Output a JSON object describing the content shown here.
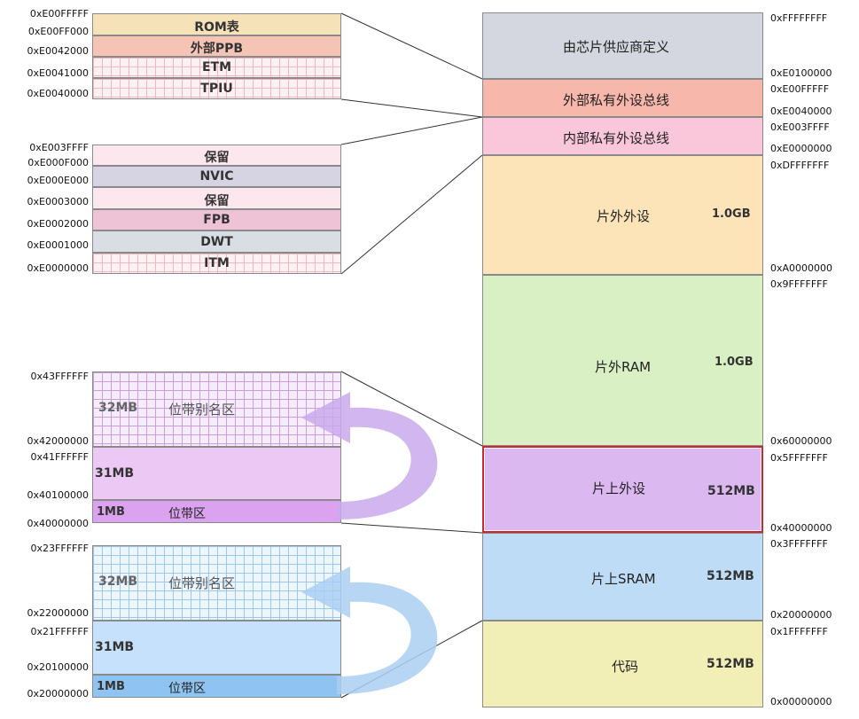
{
  "main_map": {
    "regions": [
      {
        "label": "由芯片供应商定义",
        "size": ""
      },
      {
        "label": "外部私有外设总线",
        "size": ""
      },
      {
        "label": "内部私有外设总线",
        "size": ""
      },
      {
        "label": "片外外设",
        "size": "1.0GB"
      },
      {
        "label": "片外RAM",
        "size": "1.0GB"
      },
      {
        "label": "片上外设",
        "size": "512MB"
      },
      {
        "label": "片上SRAM",
        "size": "512MB"
      },
      {
        "label": "代码",
        "size": "512MB"
      }
    ],
    "addresses": [
      "0xFFFFFFFF",
      "0xE0100000",
      "0xE00FFFFF",
      "0xE0040000",
      "0xE003FFFF",
      "0xE0000000",
      "0xDFFFFFFF",
      "0xA0000000",
      "0x9FFFFFFF",
      "0x60000000",
      "0x5FFFFFFF",
      "0x40000000",
      "0x3FFFFFFF",
      "0x20000000",
      "0x1FFFFFFF",
      "0x00000000"
    ]
  },
  "external_ppb": {
    "blocks": [
      "ROM表",
      "外部PPB",
      "ETM",
      "TPIU"
    ],
    "addresses": [
      "0xE00FFFFF",
      "0xE00FF000",
      "0xE0042000",
      "0xE0041000",
      "0xE0040000"
    ]
  },
  "internal_ppb": {
    "blocks": [
      "保留",
      "NVIC",
      "保留",
      "FPB",
      "DWT",
      "ITM"
    ],
    "addresses": [
      "0xE003FFFF",
      "0xE000F000",
      "0xE000E000",
      "0xE0003000",
      "0xE0002000",
      "0xE0001000",
      "0xE0000000"
    ]
  },
  "peripheral_bitband": {
    "alias_size": "32MB",
    "alias_label": "位带别名区",
    "mid_size": "31MB",
    "band_size": "1MB",
    "band_label": "位带区",
    "addresses": [
      "0x43FFFFFF",
      "0x42000000",
      "0x41FFFFFF",
      "0x40100000",
      "0x40000000"
    ]
  },
  "sram_bitband": {
    "alias_size": "32MB",
    "alias_label": "位带别名区",
    "mid_size": "31MB",
    "band_size": "1MB",
    "band_label": "位带区",
    "addresses": [
      "0x23FFFFFF",
      "0x22000000",
      "0x21FFFFFF",
      "0x20100000",
      "0x20000000"
    ]
  },
  "colors": {
    "vendor": "#d4d6e0",
    "ext_ppb": "#f8b7ab",
    "int_ppb": "#f9c7d9",
    "ext_periph": "#fce3b8",
    "ext_ram": "#d9efc4",
    "onchip_periph": "#dcb8f0",
    "sram": "#bfdcf6",
    "code": "#f1eeb6",
    "highlight_border": "#d0252b",
    "purple_arrow": "#c9a9ec",
    "blue_arrow": "#a9cff2"
  }
}
